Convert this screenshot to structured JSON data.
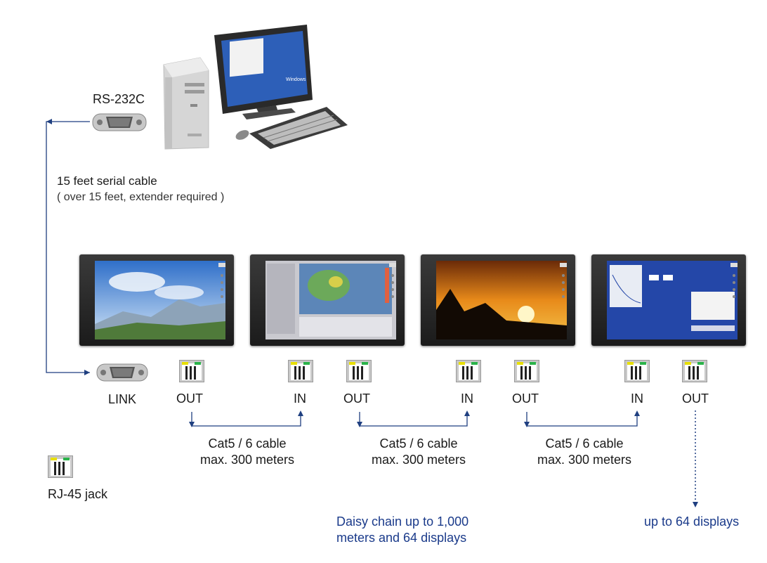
{
  "labels": {
    "rs232c": "RS-232C",
    "serial_cable": "15 feet serial cable",
    "serial_note": "( over 15 feet, extender required )",
    "link": "LINK",
    "out": "OUT",
    "in": "IN",
    "cable_line1": "Cat5 / 6 cable",
    "cable_line2": "max. 300 meters",
    "rj45": "RJ-45 jack",
    "daisy_line1": "Daisy chain up to 1,000",
    "daisy_line2": "meters and 64 displays",
    "up_to": "up to 64 displays"
  },
  "monitor_screen_text": "Windows",
  "colors": {
    "arrow_blue": "#1f3f80",
    "text_blue": "#1a3a8a",
    "led_yellow": "#e8e000",
    "led_green": "#2bb34a"
  },
  "icons": [
    "computer-tower-icon",
    "lcd-monitor-icon",
    "keyboard-icon",
    "mouse-icon",
    "db9-connector-icon",
    "rack-display-icon",
    "rj45-jack-icon"
  ]
}
